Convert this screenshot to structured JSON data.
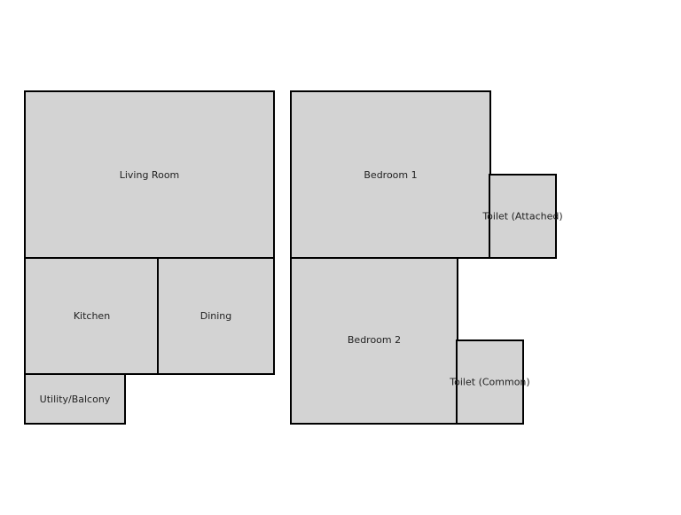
{
  "rooms": {
    "living_room": "Living Room",
    "kitchen": "Kitchen",
    "dining": "Dining",
    "utility_balcony": "Utility/Balcony",
    "bedroom_1": "Bedroom 1",
    "toilet_attached": "Toilet (Attached)",
    "bedroom_2": "Bedroom 2",
    "toilet_common": "Toilet (Common)"
  },
  "colors": {
    "room_fill": "#d3d3d3",
    "wall": "#000000"
  }
}
